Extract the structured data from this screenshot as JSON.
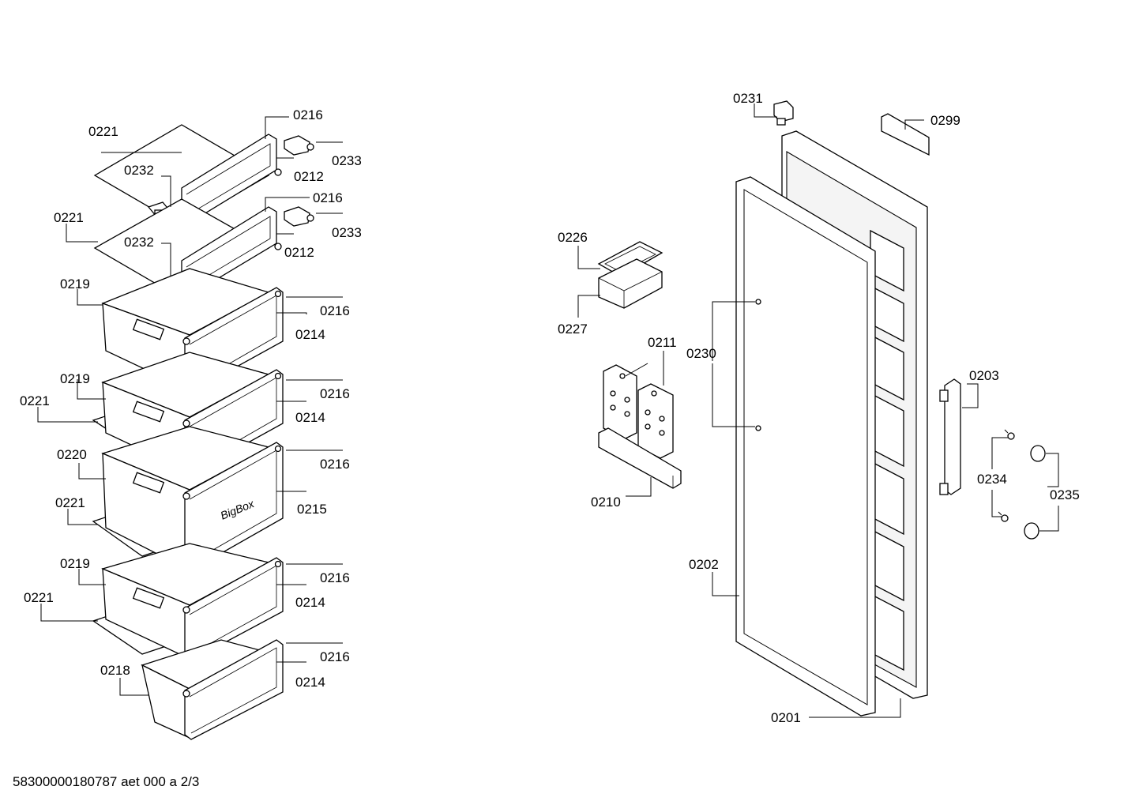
{
  "footer": "58300000180787 aet 000 a 2/3",
  "brand_text": "BigBox",
  "labels": {
    "l0216a": "0216",
    "l0221a": "0221",
    "l0233a": "0233",
    "l0232a": "0232",
    "l0212a": "0212",
    "l0216b": "0216",
    "l0221b": "0221",
    "l0233b": "0233",
    "l0232b": "0232",
    "l0212b": "0212",
    "l0219a": "0219",
    "l0216c": "0216",
    "l0214a": "0214",
    "l0219b": "0219",
    "l0221c": "0221",
    "l0216d": "0216",
    "l0214b": "0214",
    "l0220": "0220",
    "l0216e": "0216",
    "l0221d": "0221",
    "l0215": "0215",
    "l0219c": "0219",
    "l0216f": "0216",
    "l0221e": "0221",
    "l0214c": "0214",
    "l0218": "0218",
    "l0216g": "0216",
    "l0214d": "0214",
    "l0231": "0231",
    "l0299": "0299",
    "l0226": "0226",
    "l0227": "0227",
    "l0211": "0211",
    "l0230": "0230",
    "l0203": "0203",
    "l0234": "0234",
    "l0235": "0235",
    "l0210": "0210",
    "l0202": "0202",
    "l0201": "0201"
  }
}
